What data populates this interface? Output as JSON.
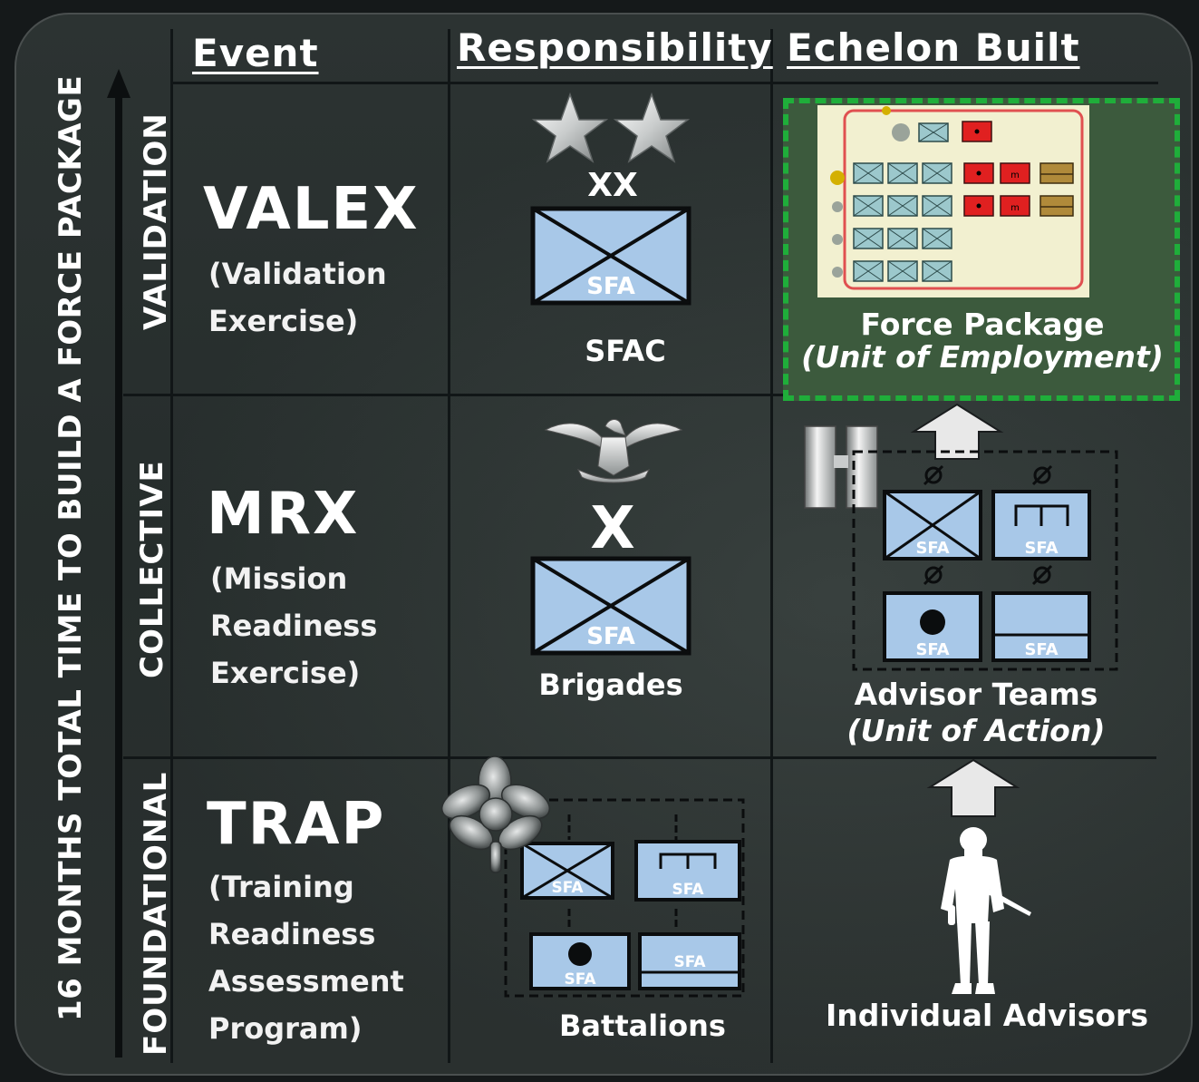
{
  "axis_label": "16 MONTHS TOTAL TIME TO BUILD A FORCE PACKAGE",
  "headers": {
    "event": "Event",
    "responsibility": "Responsibility",
    "echelon": "Echelon Built"
  },
  "rows": [
    {
      "phase": "VALIDATION",
      "event_title": "VALEX",
      "event_sub": [
        "(Validation",
        "Exercise)"
      ],
      "echelon_mark": "XX",
      "unit_text": "SFA",
      "responsibility": "SFAC"
    },
    {
      "phase": "COLLECTIVE",
      "event_title": "MRX",
      "event_sub": [
        "(Mission",
        "Readiness",
        "Exercise)"
      ],
      "echelon_mark": "X",
      "unit_text": "SFA",
      "responsibility": "Brigades"
    },
    {
      "phase": "FOUNDATIONAL",
      "event_title": "TRAP",
      "event_sub": [
        "(Training",
        "Readiness",
        "Assessment",
        "Program)"
      ],
      "unit_text": "SFA",
      "responsibility": "Battalions"
    }
  ],
  "echelon_built": {
    "force_package": {
      "title": "Force Package",
      "subtitle": "(Unit of Employment)"
    },
    "advisor_teams": {
      "title": "Advisor Teams",
      "subtitle": "(Unit of Action)",
      "unit_text": "SFA"
    },
    "individual": {
      "title": "Individual Advisors"
    }
  },
  "icons": [
    "two-star-insignia-icon",
    "eagle-insignia-icon",
    "oak-leaf-insignia-icon",
    "captain-bars-insignia-icon",
    "soldier-silhouette-icon",
    "up-arrow-icon"
  ],
  "colors": {
    "unit_fill": "#a8c8e8",
    "dash_green": "#1fae3a",
    "panel_green": "#3c5a3d",
    "red": "#e02020",
    "tan": "#b08a3a"
  },
  "insignia_text": {
    "sfa": "SFA",
    "m": "m"
  }
}
